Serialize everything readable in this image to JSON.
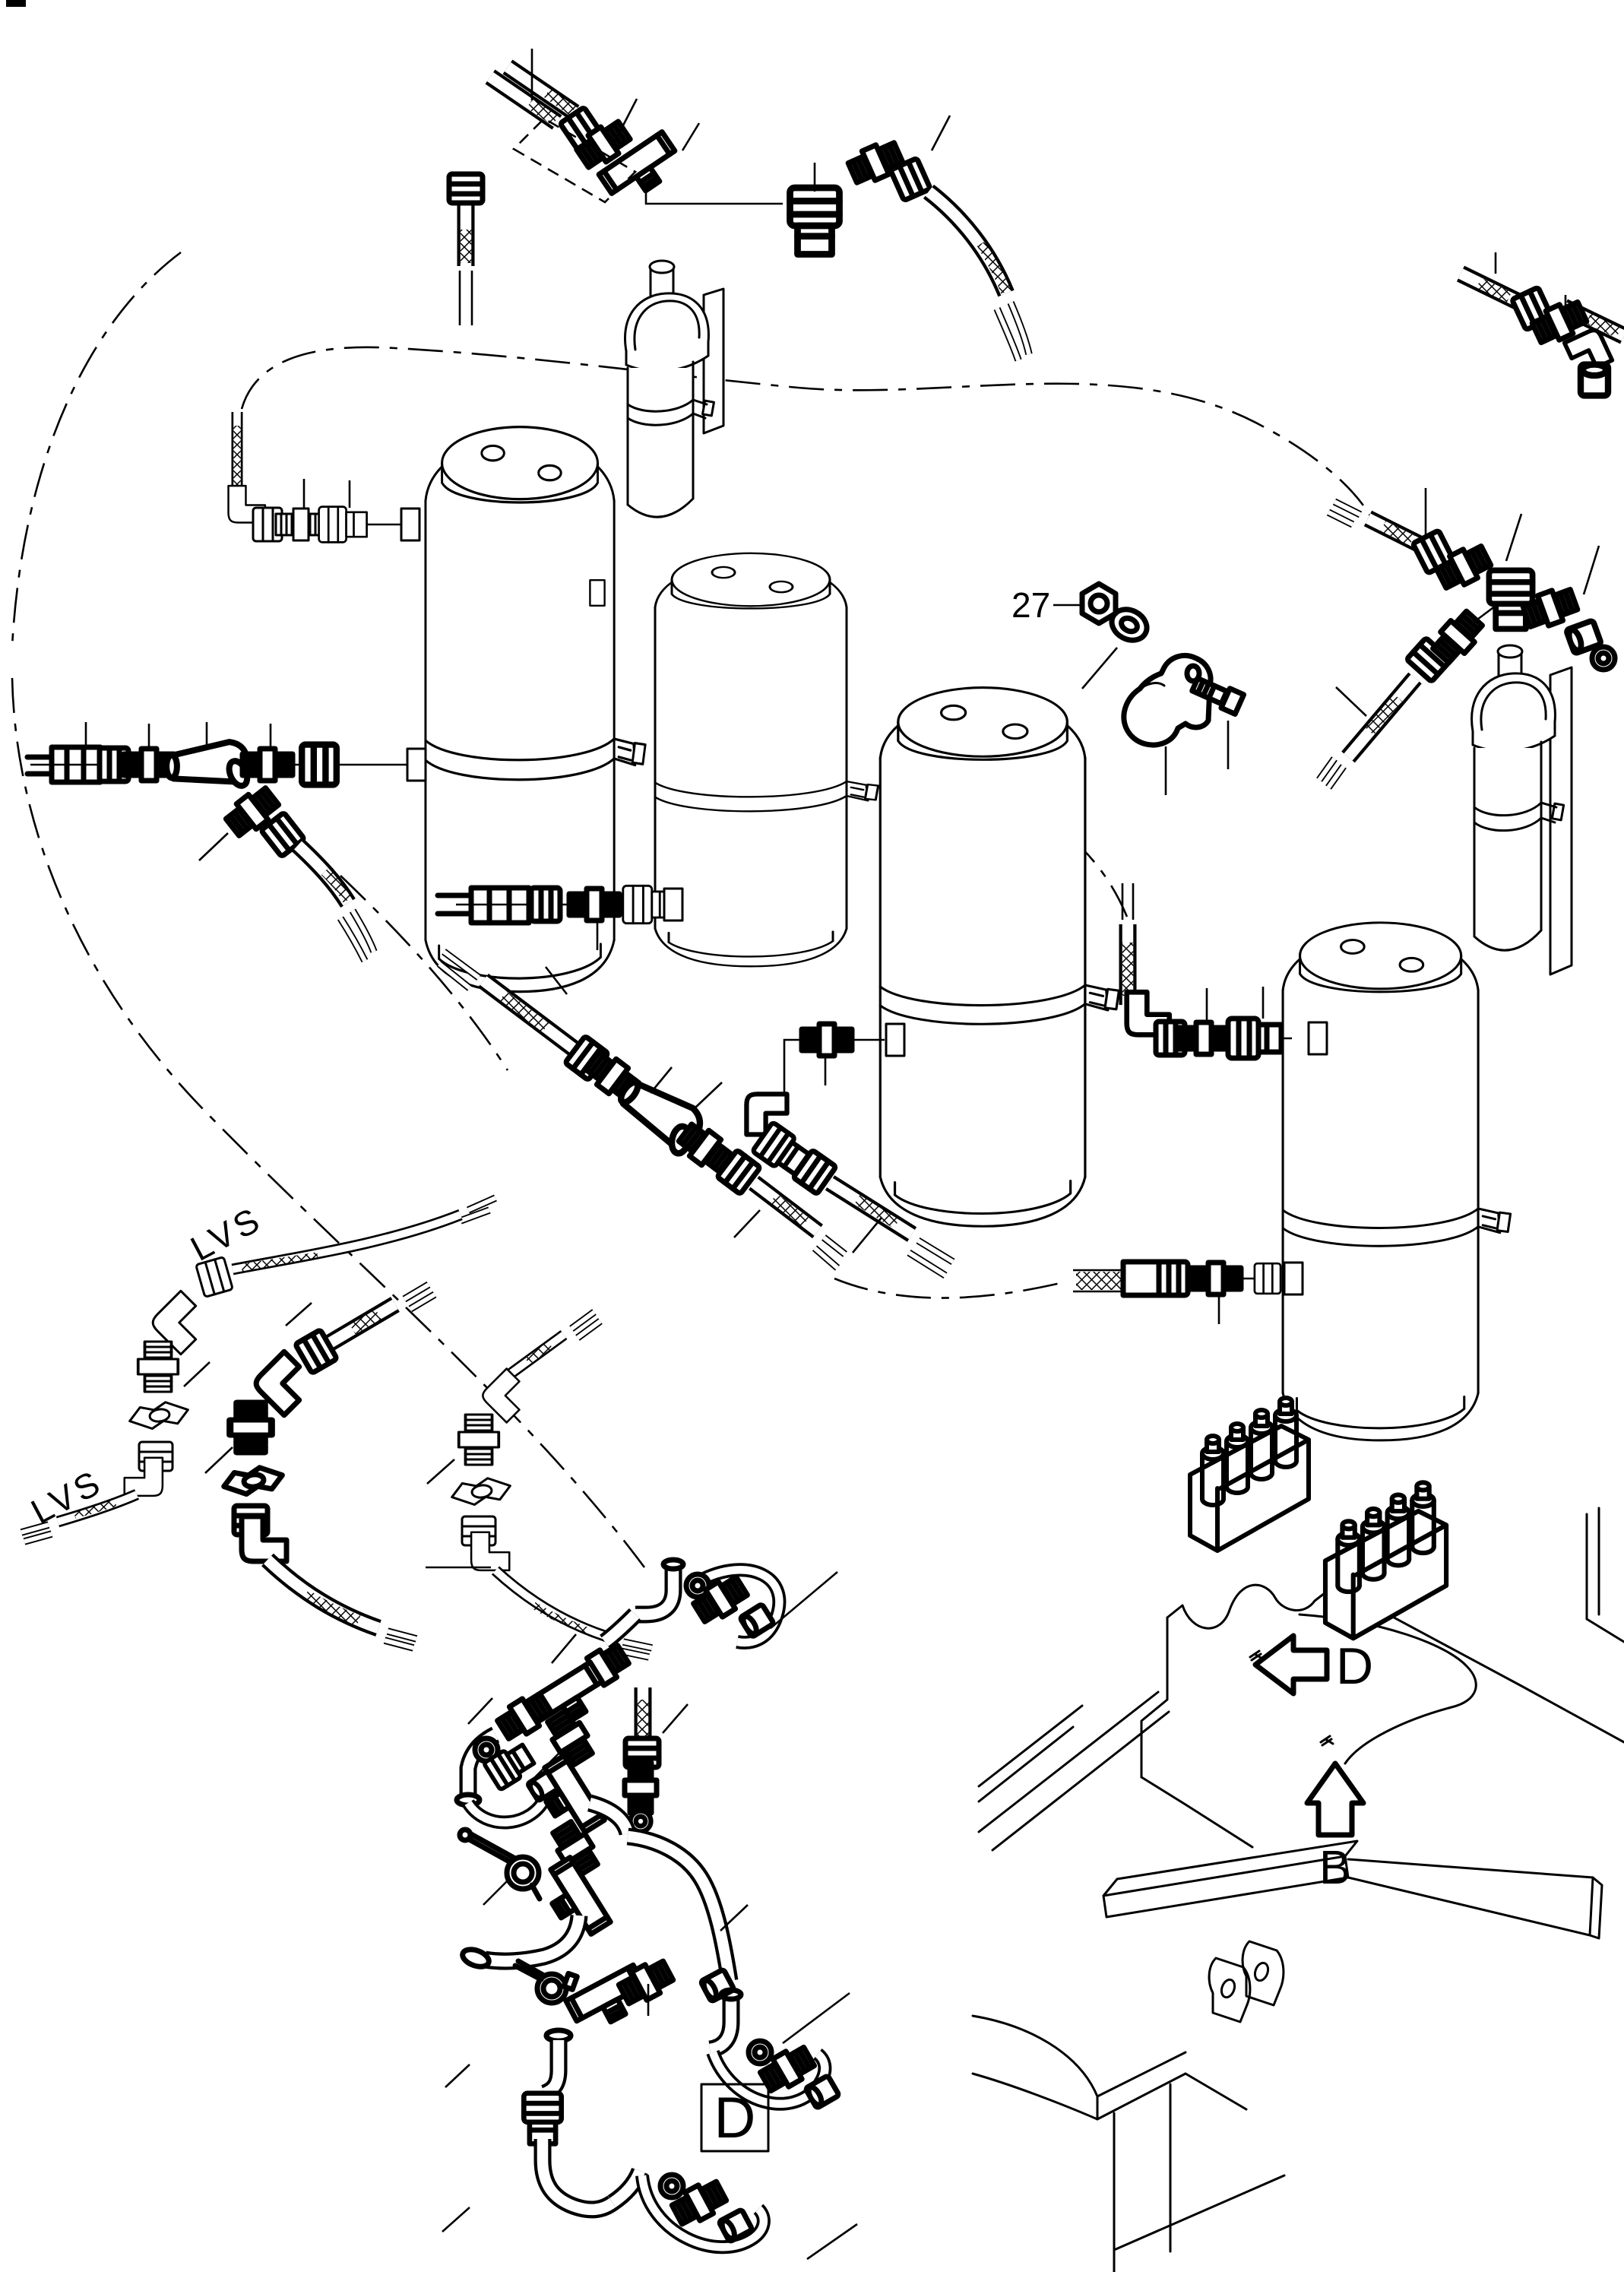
{
  "diagram": {
    "type": "exploded-parts-line-drawing",
    "background": "#ffffff",
    "ink": "#000000",
    "labels": {
      "callout_27": "27",
      "lvs_upper": "LVS",
      "lvs_lower": "LVS",
      "arrow_d": "D",
      "arrow_b": "B",
      "detail_box_d": "D"
    },
    "callouts": [
      "27"
    ],
    "hose_markings": [
      "LVS",
      "LVS"
    ],
    "view_arrows": [
      "D",
      "B"
    ],
    "detail_boxes": [
      "D"
    ]
  }
}
